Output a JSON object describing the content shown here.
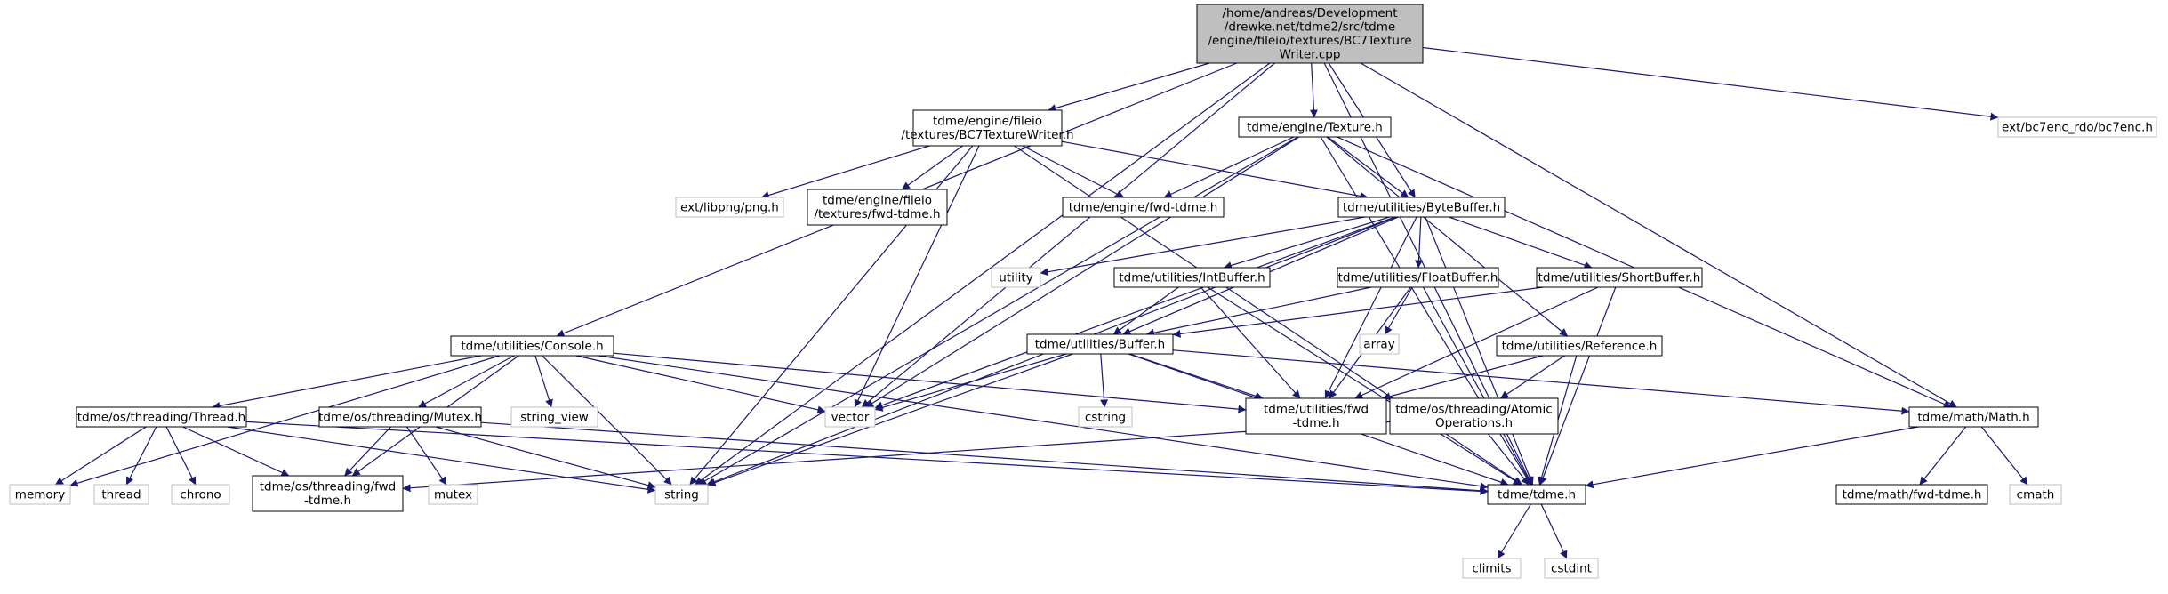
{
  "root": {
    "id": "root",
    "lines": [
      "/home/andreas/Development",
      "/drewke.net/tdme2/src/tdme",
      "/engine/fileio/textures/BC7Texture",
      "Writer.cpp"
    ],
    "style": "root"
  },
  "nodes": [
    {
      "id": "bc7writer_h",
      "lines": [
        "tdme/engine/fileio",
        "/textures/BC7TextureWriter.h"
      ],
      "style": "normal"
    },
    {
      "id": "texture_h",
      "lines": [
        "tdme/engine/Texture.h"
      ],
      "style": "normal"
    },
    {
      "id": "bc7enc_h",
      "lines": [
        "ext/bc7enc_rdo/bc7enc.h"
      ],
      "style": "external"
    },
    {
      "id": "libpng_h",
      "lines": [
        "ext/libpng/png.h"
      ],
      "style": "external"
    },
    {
      "id": "fileio_fwd",
      "lines": [
        "tdme/engine/fileio",
        "/textures/fwd-tdme.h"
      ],
      "style": "normal"
    },
    {
      "id": "engine_fwd",
      "lines": [
        "tdme/engine/fwd-tdme.h"
      ],
      "style": "normal"
    },
    {
      "id": "bytebuffer_h",
      "lines": [
        "tdme/utilities/ByteBuffer.h"
      ],
      "style": "normal"
    },
    {
      "id": "utility",
      "lines": [
        "utility"
      ],
      "style": "external"
    },
    {
      "id": "intbuffer_h",
      "lines": [
        "tdme/utilities/IntBuffer.h"
      ],
      "style": "normal"
    },
    {
      "id": "floatbuffer_h",
      "lines": [
        "tdme/utilities/FloatBuffer.h"
      ],
      "style": "normal"
    },
    {
      "id": "shortbuffer_h",
      "lines": [
        "tdme/utilities/ShortBuffer.h"
      ],
      "style": "normal"
    },
    {
      "id": "array",
      "lines": [
        "array"
      ],
      "style": "external"
    },
    {
      "id": "console_h",
      "lines": [
        "tdme/utilities/Console.h"
      ],
      "style": "normal"
    },
    {
      "id": "buffer_h",
      "lines": [
        "tdme/utilities/Buffer.h"
      ],
      "style": "normal"
    },
    {
      "id": "reference_h",
      "lines": [
        "tdme/utilities/Reference.h"
      ],
      "style": "normal"
    },
    {
      "id": "thread_h",
      "lines": [
        "tdme/os/threading/Thread.h"
      ],
      "style": "normal"
    },
    {
      "id": "mutex_h",
      "lines": [
        "tdme/os/threading/Mutex.h"
      ],
      "style": "normal"
    },
    {
      "id": "string_view",
      "lines": [
        "string_view"
      ],
      "style": "external"
    },
    {
      "id": "vector",
      "lines": [
        "vector"
      ],
      "style": "external"
    },
    {
      "id": "cstring",
      "lines": [
        "cstring"
      ],
      "style": "external"
    },
    {
      "id": "utilities_fwd",
      "lines": [
        "tdme/utilities/fwd",
        "-tdme.h"
      ],
      "style": "normal"
    },
    {
      "id": "atomic_h",
      "lines": [
        "tdme/os/threading/Atomic",
        "Operations.h"
      ],
      "style": "normal"
    },
    {
      "id": "math_h",
      "lines": [
        "tdme/math/Math.h"
      ],
      "style": "normal"
    },
    {
      "id": "memory",
      "lines": [
        "memory"
      ],
      "style": "external"
    },
    {
      "id": "thread",
      "lines": [
        "thread"
      ],
      "style": "external"
    },
    {
      "id": "chrono",
      "lines": [
        "chrono"
      ],
      "style": "external"
    },
    {
      "id": "threading_fwd",
      "lines": [
        "tdme/os/threading/fwd",
        "-tdme.h"
      ],
      "style": "normal"
    },
    {
      "id": "mutex",
      "lines": [
        "mutex"
      ],
      "style": "external"
    },
    {
      "id": "string",
      "lines": [
        "string"
      ],
      "style": "external"
    },
    {
      "id": "tdme_h",
      "lines": [
        "tdme/tdme.h"
      ],
      "style": "normal"
    },
    {
      "id": "math_fwd",
      "lines": [
        "tdme/math/fwd-tdme.h"
      ],
      "style": "normal"
    },
    {
      "id": "cmath",
      "lines": [
        "cmath"
      ],
      "style": "external"
    },
    {
      "id": "climits",
      "lines": [
        "climits"
      ],
      "style": "external"
    },
    {
      "id": "cstdint",
      "lines": [
        "cstdint"
      ],
      "style": "external"
    }
  ],
  "edges": [
    [
      "root",
      "bc7writer_h"
    ],
    [
      "root",
      "texture_h"
    ],
    [
      "root",
      "bytebuffer_h"
    ],
    [
      "root",
      "tdme_h"
    ],
    [
      "root",
      "math_h"
    ],
    [
      "root",
      "bc7enc_h"
    ],
    [
      "root",
      "console_h"
    ],
    [
      "root",
      "vector"
    ],
    [
      "root",
      "string"
    ],
    [
      "bc7writer_h",
      "libpng_h"
    ],
    [
      "bc7writer_h",
      "fileio_fwd"
    ],
    [
      "bc7writer_h",
      "engine_fwd"
    ],
    [
      "bc7writer_h",
      "bytebuffer_h"
    ],
    [
      "bc7writer_h",
      "vector"
    ],
    [
      "bc7writer_h",
      "string"
    ],
    [
      "bc7writer_h",
      "tdme_h"
    ],
    [
      "texture_h",
      "engine_fwd"
    ],
    [
      "texture_h",
      "bytebuffer_h"
    ],
    [
      "texture_h",
      "reference_h"
    ],
    [
      "texture_h",
      "math_h"
    ],
    [
      "texture_h",
      "tdme_h"
    ],
    [
      "texture_h",
      "vector"
    ],
    [
      "texture_h",
      "string"
    ],
    [
      "bytebuffer_h",
      "utility"
    ],
    [
      "bytebuffer_h",
      "intbuffer_h"
    ],
    [
      "bytebuffer_h",
      "floatbuffer_h"
    ],
    [
      "bytebuffer_h",
      "shortbuffer_h"
    ],
    [
      "bytebuffer_h",
      "buffer_h"
    ],
    [
      "bytebuffer_h",
      "utilities_fwd"
    ],
    [
      "bytebuffer_h",
      "tdme_h"
    ],
    [
      "bytebuffer_h",
      "vector"
    ],
    [
      "bytebuffer_h",
      "string"
    ],
    [
      "intbuffer_h",
      "buffer_h"
    ],
    [
      "intbuffer_h",
      "utilities_fwd"
    ],
    [
      "intbuffer_h",
      "tdme_h"
    ],
    [
      "floatbuffer_h",
      "buffer_h"
    ],
    [
      "floatbuffer_h",
      "array"
    ],
    [
      "floatbuffer_h",
      "utilities_fwd"
    ],
    [
      "floatbuffer_h",
      "tdme_h"
    ],
    [
      "shortbuffer_h",
      "buffer_h"
    ],
    [
      "shortbuffer_h",
      "utilities_fwd"
    ],
    [
      "shortbuffer_h",
      "tdme_h"
    ],
    [
      "buffer_h",
      "vector"
    ],
    [
      "buffer_h",
      "cstring"
    ],
    [
      "buffer_h",
      "utilities_fwd"
    ],
    [
      "buffer_h",
      "math_h"
    ],
    [
      "buffer_h",
      "tdme_h"
    ],
    [
      "buffer_h",
      "string"
    ],
    [
      "reference_h",
      "utilities_fwd"
    ],
    [
      "reference_h",
      "atomic_h"
    ],
    [
      "reference_h",
      "tdme_h"
    ],
    [
      "atomic_h",
      "threading_fwd"
    ],
    [
      "atomic_h",
      "tdme_h"
    ],
    [
      "console_h",
      "thread_h"
    ],
    [
      "console_h",
      "mutex_h"
    ],
    [
      "console_h",
      "string_view"
    ],
    [
      "console_h",
      "vector"
    ],
    [
      "console_h",
      "memory"
    ],
    [
      "console_h",
      "string"
    ],
    [
      "console_h",
      "utilities_fwd"
    ],
    [
      "console_h",
      "threading_fwd"
    ],
    [
      "console_h",
      "tdme_h"
    ],
    [
      "thread_h",
      "memory"
    ],
    [
      "thread_h",
      "thread"
    ],
    [
      "thread_h",
      "chrono"
    ],
    [
      "thread_h",
      "threading_fwd"
    ],
    [
      "thread_h",
      "string"
    ],
    [
      "thread_h",
      "tdme_h"
    ],
    [
      "mutex_h",
      "threading_fwd"
    ],
    [
      "mutex_h",
      "mutex"
    ],
    [
      "mutex_h",
      "string"
    ],
    [
      "mutex_h",
      "tdme_h"
    ],
    [
      "math_h",
      "math_fwd"
    ],
    [
      "math_h",
      "cmath"
    ],
    [
      "math_h",
      "tdme_h"
    ],
    [
      "tdme_h",
      "climits"
    ],
    [
      "tdme_h",
      "cstdint"
    ]
  ],
  "colors": {
    "edge": "#191970",
    "root_fill": "#bfbfbf",
    "normal_border": "#000000",
    "external_border": "#bfbfbf",
    "external_text": "#000000"
  }
}
